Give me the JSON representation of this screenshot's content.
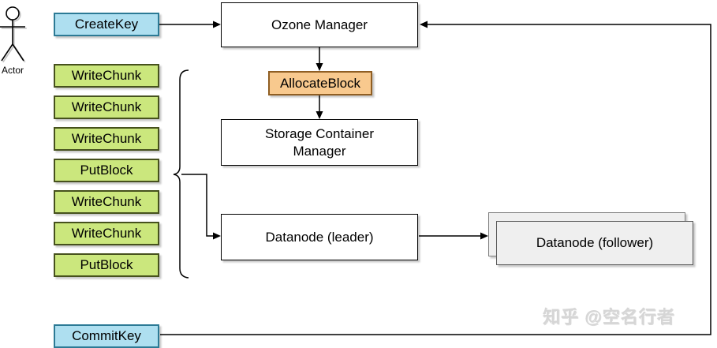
{
  "diagram": {
    "actor_label": "Actor",
    "calls": {
      "create_key": "CreateKey",
      "sequence": [
        "WriteChunk",
        "WriteChunk",
        "WriteChunk",
        "PutBlock",
        "WriteChunk",
        "WriteChunk",
        "PutBlock"
      ],
      "commit_key": "CommitKey"
    },
    "nodes": {
      "ozone_manager": "Ozone Manager",
      "allocate_block": "AllocateBlock",
      "storage_container_manager": "Storage Container Manager",
      "datanode_leader": "Datanode (leader)",
      "datanode_follower": "Datanode (follower)"
    },
    "watermark": "知乎 @空名行者",
    "colors": {
      "call_fill": "#AEDFF0",
      "call_stroke": "#2C7A95",
      "chunk_fill": "#CBE77D",
      "chunk_stroke": "#46511D",
      "allocate_fill": "#F8C98E",
      "allocate_stroke": "#8F5E23",
      "node_fill": "#FFFFFF",
      "node_stroke": "#000000",
      "follower_fill": "#EFEFEF",
      "follower_stroke": "#7F7F7F",
      "watermark_color": "#D6D6D6"
    }
  }
}
